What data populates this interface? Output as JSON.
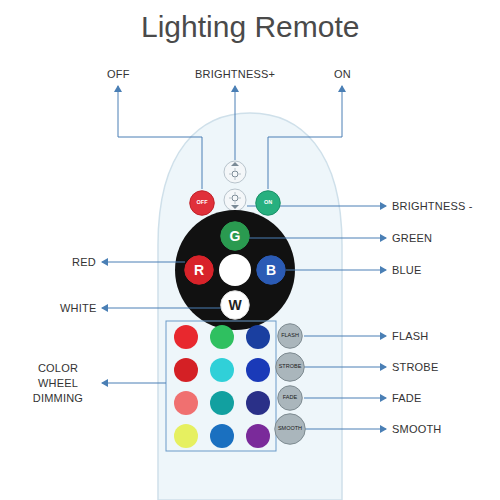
{
  "diagram": {
    "title": "Lighting Remote",
    "nodes": [
      {
        "text": [
          "OFF"
        ]
      },
      {
        "text": [
          "ON"
        ]
      },
      {
        "text": [
          "G"
        ]
      },
      {
        "text": [
          "R"
        ]
      },
      {
        "text": [
          "B"
        ]
      },
      {
        "text": [
          "W"
        ]
      },
      {
        "text": [
          "FLASH"
        ]
      },
      {
        "text": [
          "STROBE"
        ]
      },
      {
        "text": [
          "FADE"
        ]
      },
      {
        "text": [
          "SMOOTH"
        ]
      }
    ],
    "labels": [
      "OFF",
      "BRIGHTNESS+",
      "ON",
      "BRIGHTNESS -",
      "GREEN",
      "RED",
      "BLUE",
      "WHITE",
      "COLOR WHEEL DIMMING",
      "FLASH",
      "STROBE",
      "FADE",
      "SMOOTH"
    ]
  }
}
